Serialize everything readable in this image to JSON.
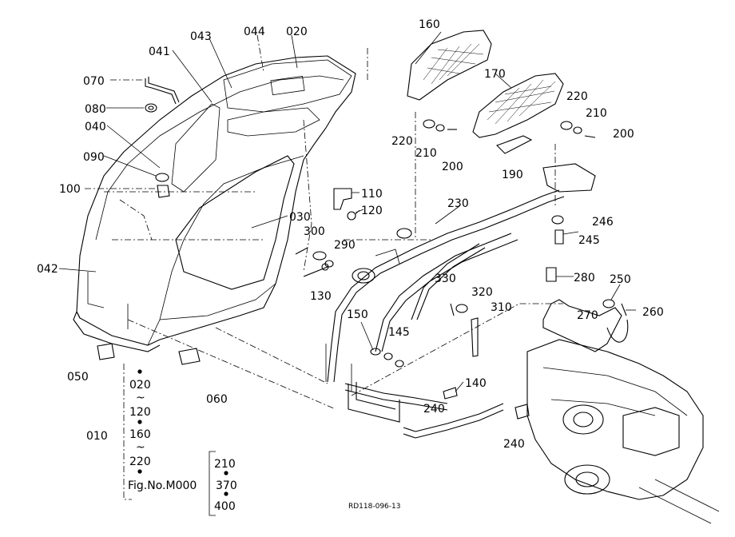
{
  "callouts": {
    "c070": "070",
    "c041": "041",
    "c043": "043",
    "c044": "044",
    "c020": "020",
    "c080": "080",
    "c040": "040",
    "c090": "090",
    "c100": "100",
    "c042": "042",
    "c050": "050",
    "c060": "060",
    "c030": "030",
    "c110": "110",
    "c120": "120",
    "c300": "300",
    "c290": "290",
    "c130": "130",
    "c150": "150",
    "c145": "145",
    "c140": "140",
    "c240a": "240",
    "c240b": "240",
    "c230": "230",
    "c330": "330",
    "c320": "320",
    "c310": "310",
    "c160": "160",
    "c170": "170",
    "c220a": "220",
    "c210a": "210",
    "c200a": "200",
    "c220b": "220",
    "c210b": "210",
    "c200b": "200",
    "c190": "190",
    "c246": "246",
    "c245": "245",
    "c280": "280",
    "c250": "250",
    "c270": "270",
    "c260": "260"
  },
  "assembly": {
    "group": "010",
    "range1_start": "020",
    "range1_sep": "~",
    "range1_end": "120",
    "range2_start": "160",
    "range2_sep": "~",
    "range2_end": "220",
    "fig_ref": "Fig.No.M000",
    "fig_items": [
      "210",
      "370",
      "400"
    ]
  },
  "drawing_code": "RD118-096-13"
}
